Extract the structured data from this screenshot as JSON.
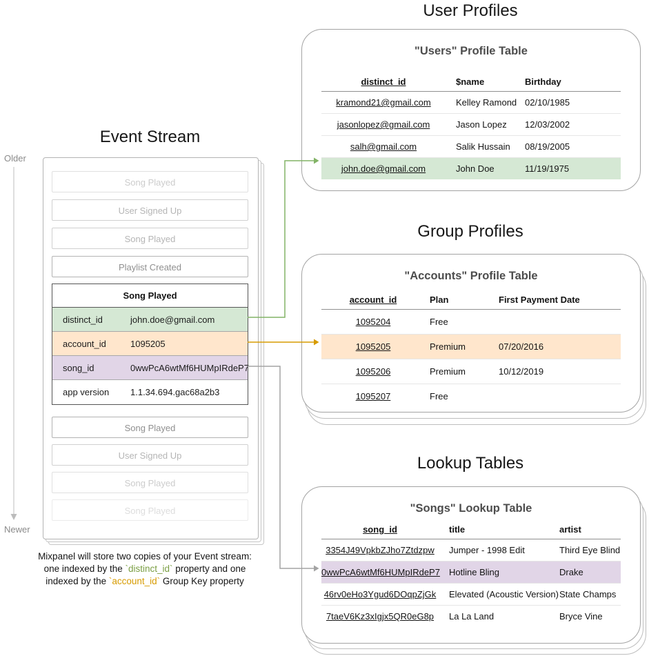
{
  "colors": {
    "green_bg": "#d5e8d4",
    "orange_bg": "#ffe6cc",
    "purple_bg": "#e1d5e7",
    "green_arrow": "#82b366",
    "orange_arrow": "#d79b00",
    "gray_arrow": "#a3a3a3",
    "green_code": "#7a9e43",
    "orange_code": "#d79b00"
  },
  "event_stream": {
    "title": "Event Stream",
    "older_label": "Older",
    "newer_label": "Newer",
    "events_before": [
      {
        "label": "Song Played"
      },
      {
        "label": "User Signed Up"
      },
      {
        "label": "Song Played"
      },
      {
        "label": "Playlist Created"
      }
    ],
    "expanded_event": {
      "title": "Song Played",
      "properties": [
        {
          "key": "distinct_id",
          "value": "john.doe@gmail.com"
        },
        {
          "key": "account_id",
          "value": "1095205"
        },
        {
          "key": "song_id",
          "value": "0wwPcA6wtMf6HUMpIRdeP7"
        },
        {
          "key": "app version",
          "value": "1.1.34.694.gac68a2b3"
        }
      ]
    },
    "events_after": [
      {
        "label": "Song Played"
      },
      {
        "label": "User Signed Up"
      },
      {
        "label": "Song Played"
      },
      {
        "label": "Song Played"
      }
    ]
  },
  "caption": {
    "line1": "Mixpanel will store two copies of your Event stream:",
    "line2_pre": "one indexed by the ",
    "line2_code": "`distinct_id`",
    "line2_post": " property and one",
    "line3_pre": "indexed by the ",
    "line3_code": "`account_id`",
    "line3_post": " Group Key property"
  },
  "user_profiles": {
    "section_title": "User Profiles",
    "table_title": "\"Users\" Profile Table",
    "columns": [
      "distinct_id",
      "$name",
      "Birthday"
    ],
    "rows": [
      {
        "distinct_id": "kramond21@gmail.com",
        "name": "Kelley Ramond",
        "birthday": "02/10/1985"
      },
      {
        "distinct_id": "jasonlopez@gmail.com",
        "name": "Jason Lopez",
        "birthday": "12/03/2002"
      },
      {
        "distinct_id": "salh@gmail.com",
        "name": "Salik Hussain",
        "birthday": "08/19/2005"
      },
      {
        "distinct_id": "john.doe@gmail.com",
        "name": "John Doe",
        "birthday": "11/19/1975"
      }
    ]
  },
  "group_profiles": {
    "section_title": "Group Profiles",
    "table_title": "\"Accounts\" Profile Table",
    "columns": [
      "account_id",
      "Plan",
      "First Payment Date"
    ],
    "rows": [
      {
        "account_id": "1095204",
        "plan": "Free",
        "first_payment_date": ""
      },
      {
        "account_id": "1095205",
        "plan": "Premium",
        "first_payment_date": "07/20/2016"
      },
      {
        "account_id": "1095206",
        "plan": "Premium",
        "first_payment_date": "10/12/2019"
      },
      {
        "account_id": "1095207",
        "plan": "Free",
        "first_payment_date": ""
      }
    ]
  },
  "lookup_tables": {
    "section_title": "Lookup Tables",
    "table_title": "\"Songs\" Lookup Table",
    "columns": [
      "song_id",
      "title",
      "artist"
    ],
    "rows": [
      {
        "song_id": "3354J49VpkbZJho7Ztdzpw",
        "title": "Jumper - 1998 Edit",
        "artist": "Third Eye Blind"
      },
      {
        "song_id": "0wwPcA6wtMf6HUMpIRdeP7",
        "title": "Hotline Bling",
        "artist": "Drake"
      },
      {
        "song_id": "46rv0eHo3Ygud6DOqpZjGk",
        "title": "Elevated (Acoustic Version)",
        "artist": "State Champs"
      },
      {
        "song_id": "7taeV6Kz3xIgjx5QR0eG8p",
        "title": "La La Land",
        "artist": "Bryce Vine"
      }
    ]
  }
}
